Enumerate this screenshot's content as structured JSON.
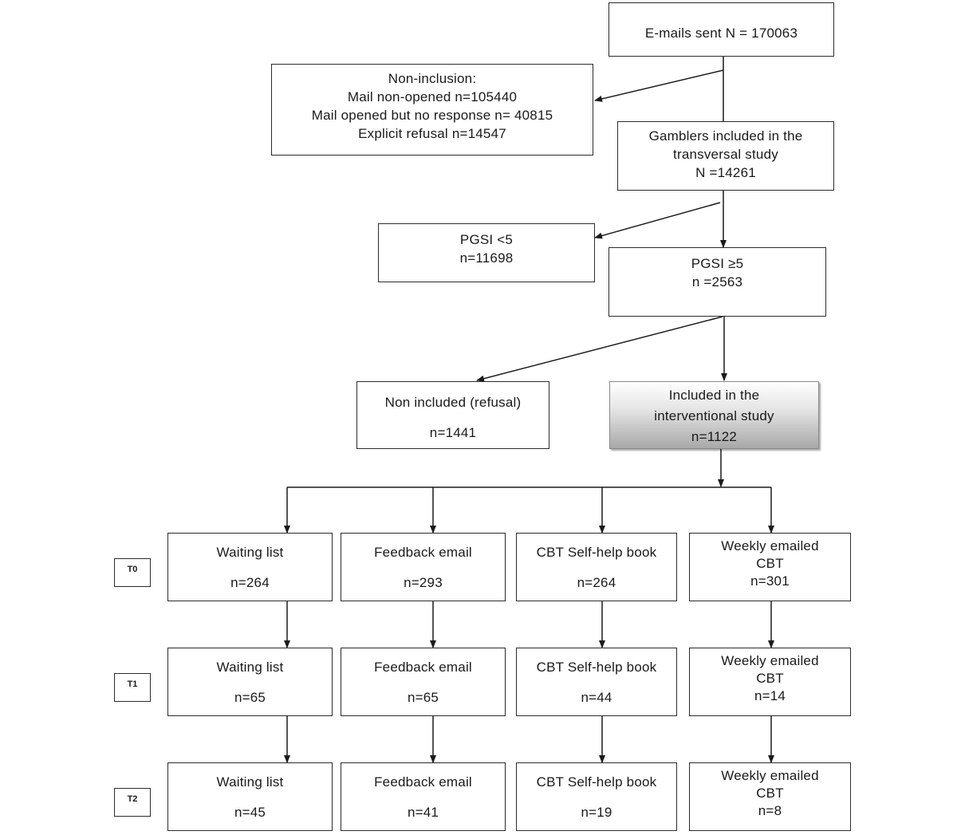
{
  "flow": {
    "emails_sent": {
      "text": "E-mails sent N = 170063"
    },
    "non_inclusion": {
      "lines": [
        "Non-inclusion:",
        "Mail non-opened n=105440",
        "Mail opened but no response n= 40815",
        "Explicit refusal n=14547"
      ]
    },
    "transversal": {
      "lines": [
        "Gamblers included in the",
        "transversal study",
        "N =14261"
      ]
    },
    "pgsi_low": {
      "lines": [
        "PGSI <5",
        "n=11698"
      ]
    },
    "pgsi_high": {
      "lines": [
        "PGSI ≥5",
        "n =2563"
      ]
    },
    "non_included_refusal": {
      "lines": [
        "Non included (refusal)",
        "n=1441"
      ]
    },
    "interventional": {
      "lines": [
        "Included in the",
        "interventional study",
        "n=1122"
      ]
    }
  },
  "timepoints": [
    {
      "label": "T0",
      "arms": [
        {
          "name": "Waiting list",
          "n": "n=264"
        },
        {
          "name": "Feedback email",
          "n": "n=293"
        },
        {
          "name": "CBT Self-help book",
          "n": "n=264"
        },
        {
          "name_lines": [
            "Weekly emailed",
            "CBT"
          ],
          "n": "n=301"
        }
      ]
    },
    {
      "label": "T1",
      "arms": [
        {
          "name": "Waiting list",
          "n": "n=65"
        },
        {
          "name": "Feedback email",
          "n": "n=65"
        },
        {
          "name": "CBT Self-help book",
          "n": "n=44"
        },
        {
          "name_lines": [
            "Weekly emailed",
            "CBT"
          ],
          "n": "n=14"
        }
      ]
    },
    {
      "label": "T2",
      "arms": [
        {
          "name": "Waiting list",
          "n": "n=45"
        },
        {
          "name": "Feedback email",
          "n": "n=41"
        },
        {
          "name": "CBT Self-help book",
          "n": "n=19"
        },
        {
          "name_lines": [
            "Weekly emailed",
            "CBT"
          ],
          "n": "n=8"
        }
      ]
    }
  ]
}
